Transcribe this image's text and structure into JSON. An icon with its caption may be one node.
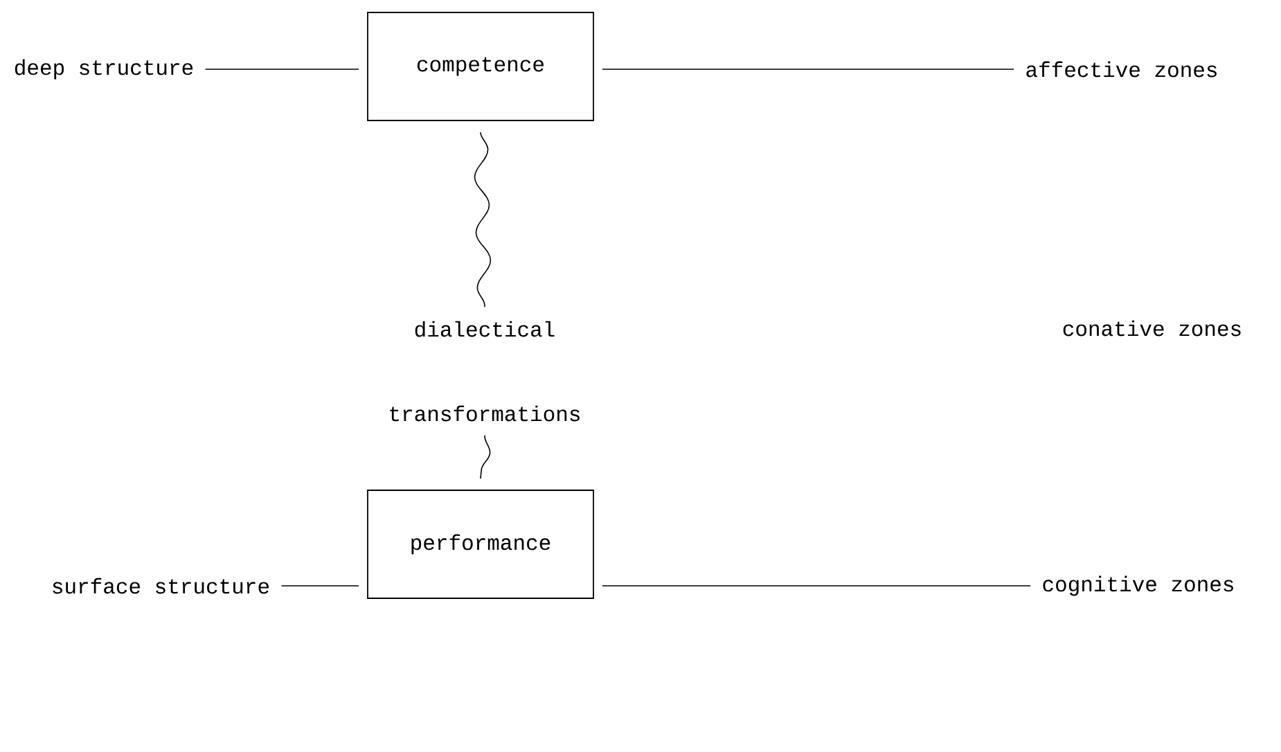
{
  "diagram": {
    "nodes": [
      {
        "text": [
          "deep structure"
        ]
      },
      {
        "text": [
          "competence"
        ]
      },
      {
        "text": [
          "affective zones"
        ]
      },
      {
        "text": [
          "dialectical transformations"
        ]
      },
      {
        "text": [
          "conative zones"
        ]
      },
      {
        "text": [
          "performance"
        ]
      },
      {
        "text": [
          "surface structure"
        ]
      },
      {
        "text": [
          "cognitive zones"
        ]
      }
    ],
    "edges": [
      {
        "from": 0,
        "to": 1,
        "arrow": "none"
      },
      {
        "from": 1,
        "to": 2,
        "arrow": "none"
      },
      {
        "from": 1,
        "to": 3,
        "arrow": "none"
      },
      {
        "from": 3,
        "to": 5,
        "arrow": "none"
      },
      {
        "from": 6,
        "to": 5,
        "arrow": "none"
      },
      {
        "from": 5,
        "to": 7,
        "arrow": "none"
      }
    ]
  }
}
